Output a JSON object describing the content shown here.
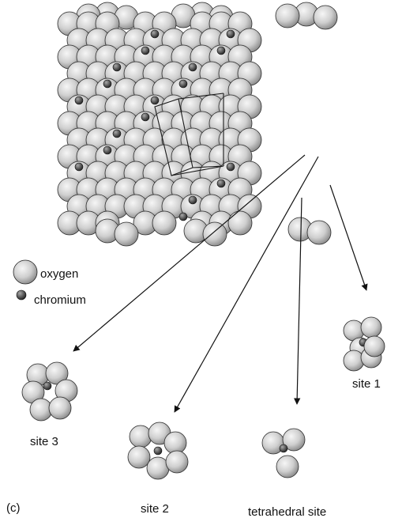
{
  "panel_label": "(c)",
  "legend": {
    "oxygen_label": "oxygen",
    "chromium_label": "chromium"
  },
  "sites": {
    "site1_label": "site 1",
    "site2_label": "site 2",
    "site3_label": "site 3",
    "tetrahedral_label": "tetrahedral site"
  },
  "colors": {
    "oxygen_light": "#f4f4f4",
    "oxygen_shade": "#8a8a8a",
    "chromium_light": "#9a9a9a",
    "chromium_shade": "#1e1e1e",
    "outline": "#222222"
  }
}
